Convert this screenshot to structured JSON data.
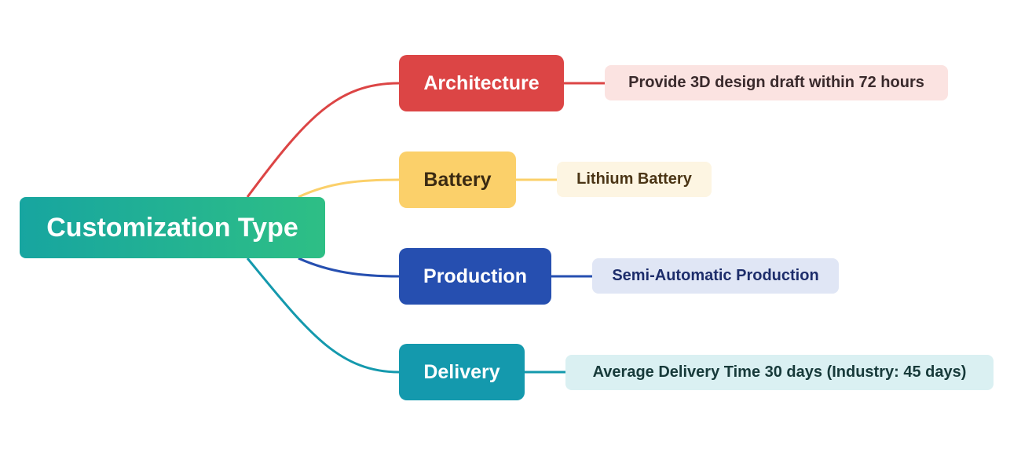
{
  "root": {
    "label": "Customization Type",
    "color_start": "#17a5a0",
    "color_end": "#2ebf85"
  },
  "branches": [
    {
      "label": "Architecture",
      "detail": "Provide 3D design draft within 72 hours",
      "color": "#dc4545"
    },
    {
      "label": "Battery",
      "detail": "Lithium Battery",
      "color": "#fbd06a"
    },
    {
      "label": "Production",
      "detail": "Semi-Automatic Production",
      "color": "#264fb0"
    },
    {
      "label": "Delivery",
      "detail": "Average Delivery Time 30 days (Industry: 45 days)",
      "color": "#1499ad"
    }
  ]
}
